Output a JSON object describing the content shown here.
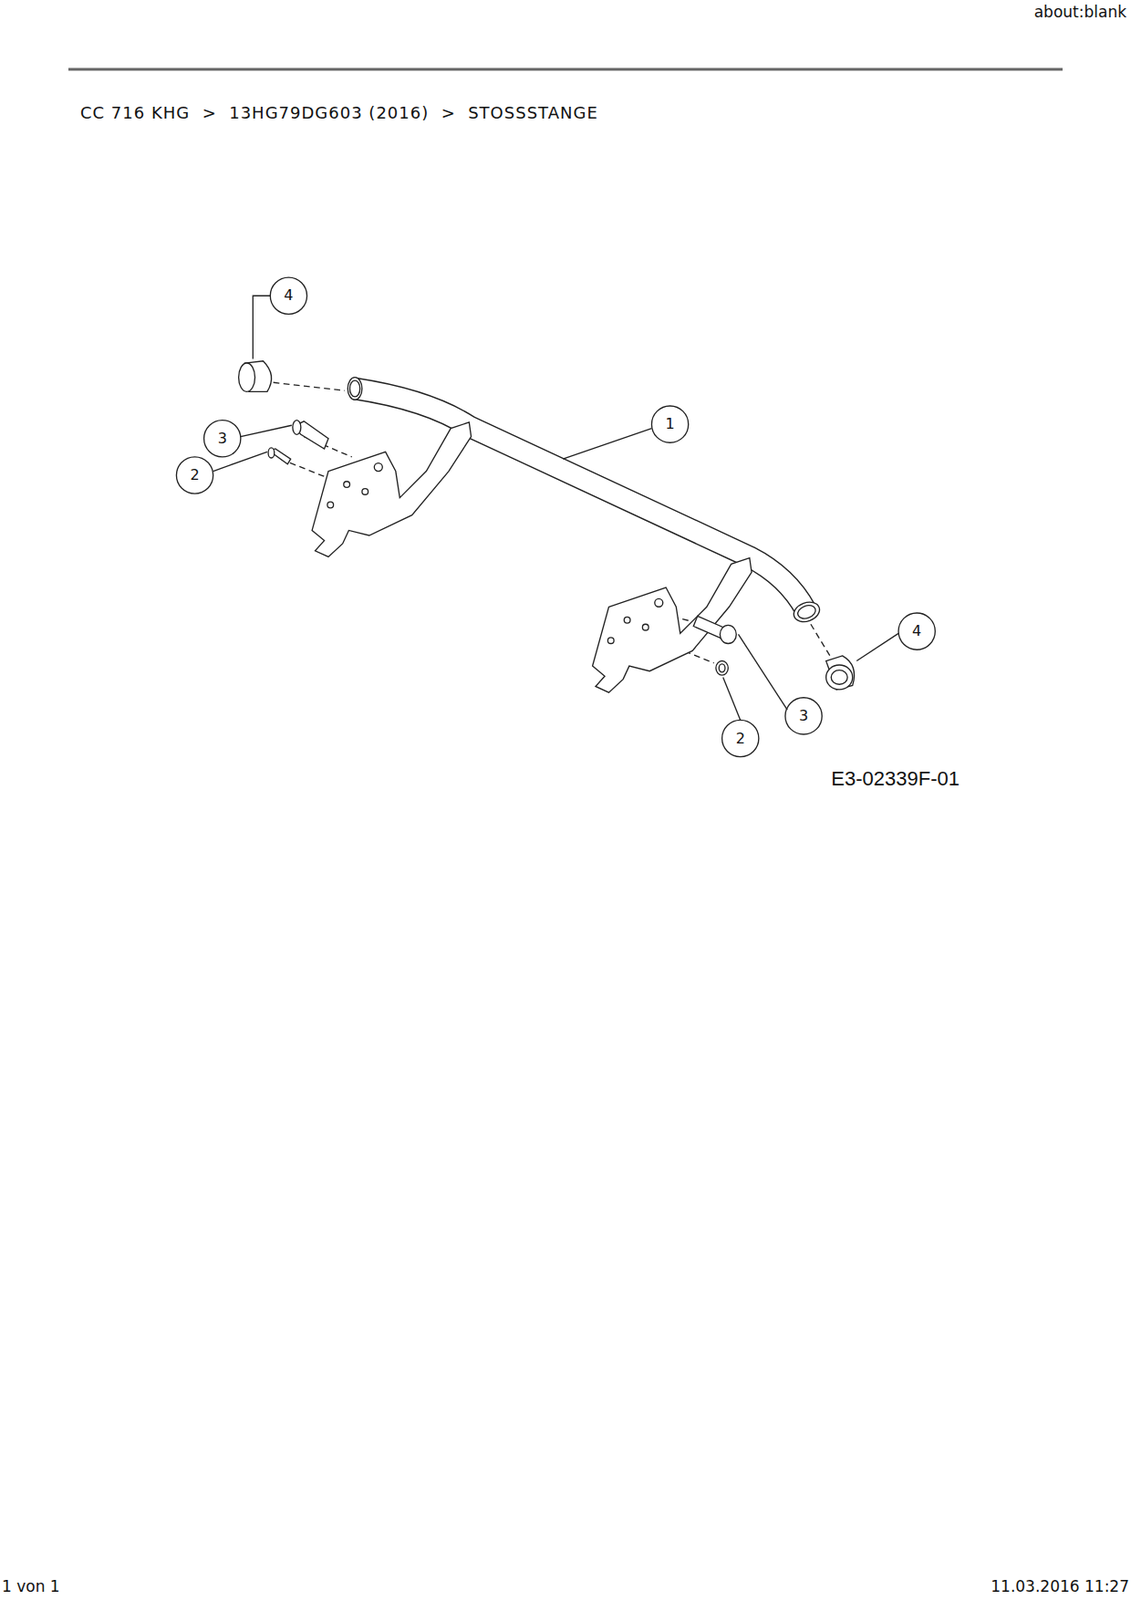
{
  "diagram": {
    "title": "CC 716 KHG  >  13HG79DG603 (2016)  >  STOSSSTANGE",
    "labels": [
      "about:blank",
      "4",
      "3",
      "2",
      "1",
      "4",
      "3",
      "2",
      "E3-02339F-01",
      "1 von 1",
      "11.03.2016 11:27"
    ]
  }
}
